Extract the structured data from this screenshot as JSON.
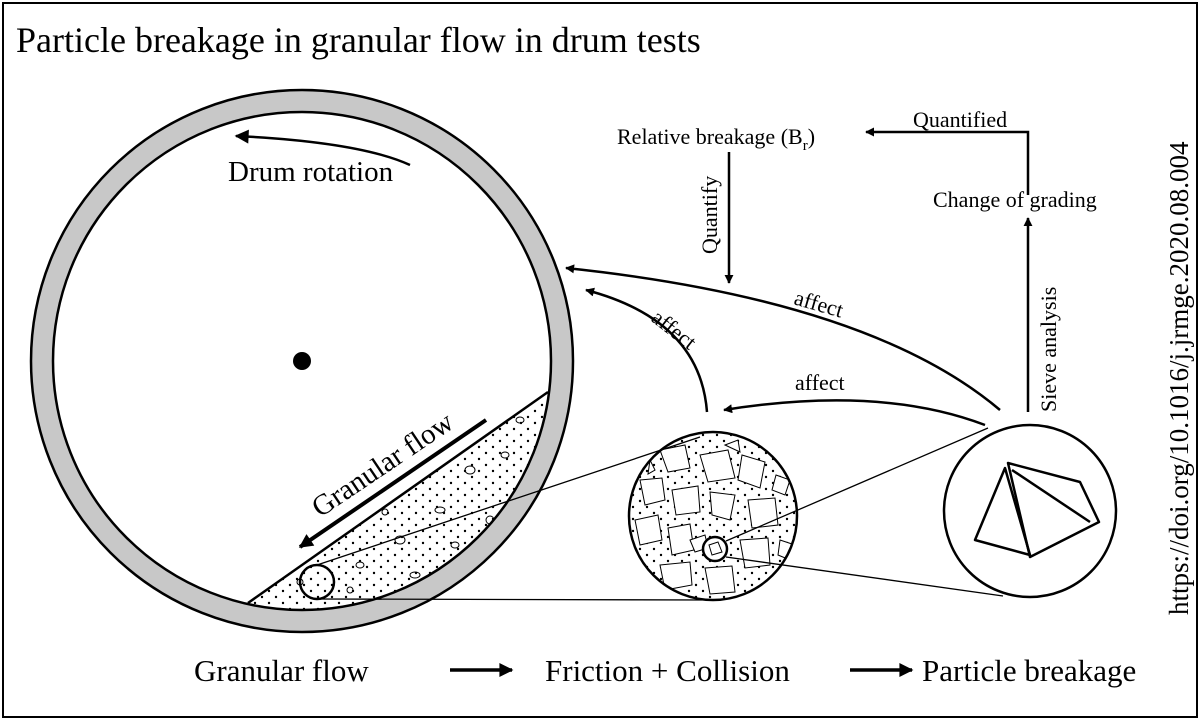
{
  "title": "Particle breakage in granular flow in drum tests",
  "doi": "https://doi.org/10.1016/j.jrmge.2020.08.004",
  "drum": {
    "rotation_label": "Drum rotation",
    "flow_label": "Granular flow"
  },
  "flowchart": {
    "relative_breakage": "Relative breakage (B",
    "relative_breakage_sub": "r",
    "relative_breakage_close": ")",
    "quantified": "Quantified",
    "quantify": "Quantify",
    "change_of_grading": "Change of grading",
    "sieve_analysis": "Sieve analysis",
    "affect_1": "affect",
    "affect_2": "affect",
    "affect_3": "affect"
  },
  "bottom_row": {
    "step_1": "Granular flow",
    "step_2": "Friction + Collision",
    "step_3": "Particle breakage"
  },
  "colors": {
    "ink": "#000000",
    "drum_shell": "#c8c8c8",
    "background": "#ffffff"
  }
}
